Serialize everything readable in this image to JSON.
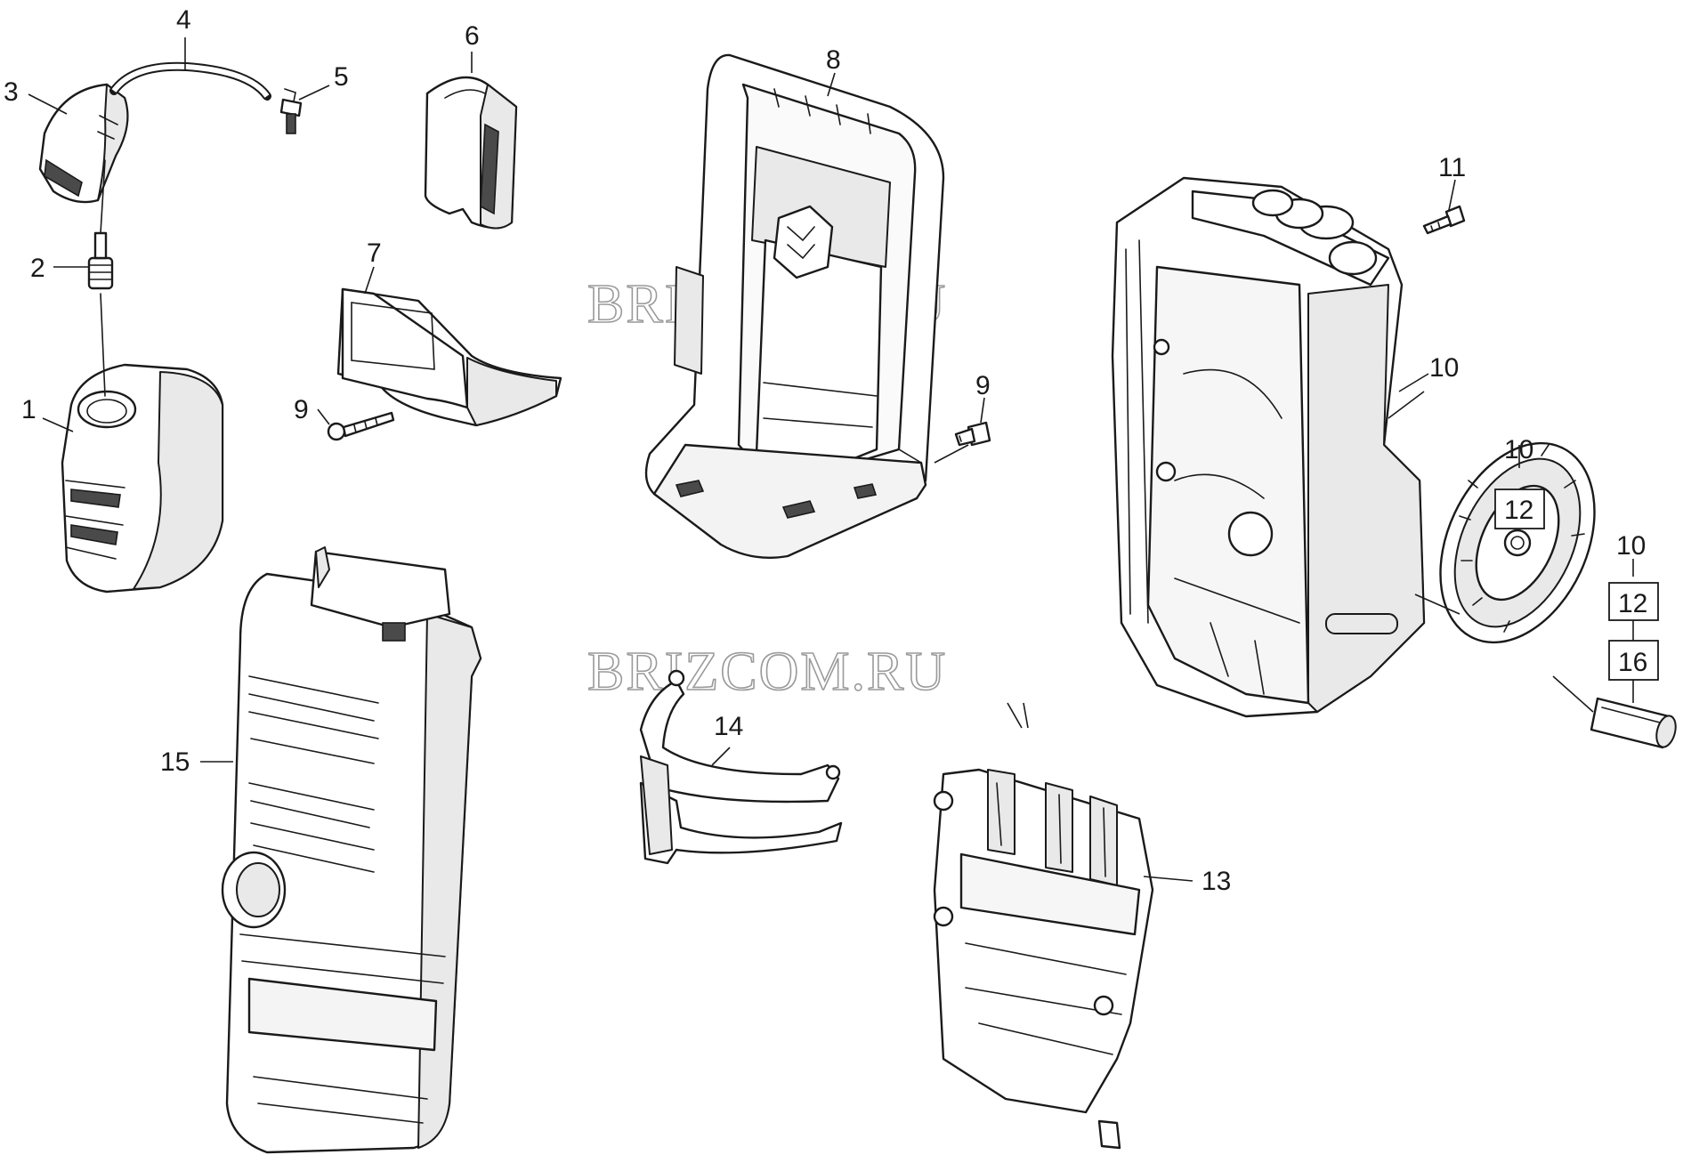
{
  "watermarks": [
    "BRIZCOM.RU",
    "BRIZCOM.RU"
  ],
  "callouts": {
    "c1": "1",
    "c2": "2",
    "c3": "3",
    "c4": "4",
    "c5": "5",
    "c6": "6",
    "c7": "7",
    "c8": "8",
    "c9a": "9",
    "c9b": "9",
    "c10a": "10",
    "c10b": "10",
    "c10c": "10",
    "c11": "11",
    "c12a": "12",
    "c12b": "12",
    "c13": "13",
    "c14": "14",
    "c15": "15",
    "c16": "16"
  }
}
